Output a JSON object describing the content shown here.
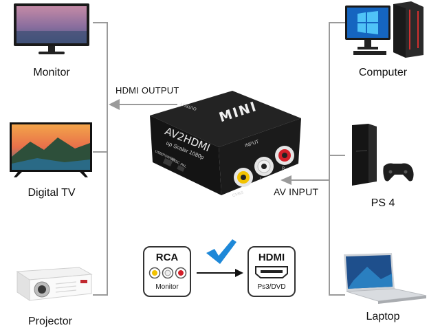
{
  "devices_left": [
    {
      "label": "Monitor"
    },
    {
      "label": "Digital  TV"
    },
    {
      "label": "Projector"
    }
  ],
  "devices_right": [
    {
      "label": "Computer"
    },
    {
      "label": "PS 4"
    },
    {
      "label": "Laptop"
    }
  ],
  "hdmi_output_label": "HDMI OUTPUT",
  "av_input_label": "AV INPUT",
  "adapter": {
    "brand": "MINI",
    "model": "AV2HDMI",
    "subtitle": "up Scaler 1080p",
    "output_text": "OUTPUT",
    "input_text": "INPUT",
    "usb_text": "USB(POWER)",
    "ntsc_text": "NTSC",
    "pal_text": "PAL",
    "cvbs_text": "CVBS",
    "l_text": "L",
    "r_text": "R"
  },
  "rca_badge": {
    "title": "RCA",
    "sub": "Monitor"
  },
  "hdmi_badge": {
    "title": "HDMI",
    "sub": "Ps3/DVD"
  },
  "colors": {
    "line": "#9a9a9a",
    "check": "#1e88d8",
    "rca_yellow": "#f2c200",
    "rca_red": "#d3202a"
  }
}
